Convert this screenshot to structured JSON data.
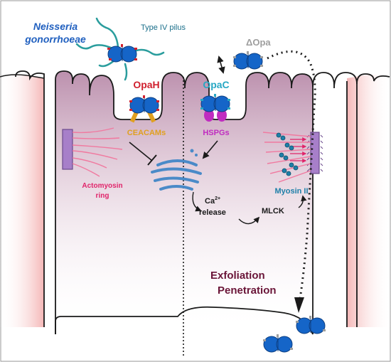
{
  "labels": {
    "species_line1": "Neisseria",
    "species_line2": "gonorrhoeae",
    "pilus": "Type IV pilus",
    "delta_opa": "ΔOpa",
    "opah": "OpaH",
    "opac": "OpaC",
    "ceacams": "CEACAMs",
    "hspgs": "HSPGs",
    "actomyosin_line1": "Actomyosin",
    "actomyosin_line2": "ring",
    "myosin": "Myosin II",
    "ca": "Ca",
    "ca_sup": "2+",
    "release": "release",
    "mlck": "MLCK",
    "exfoliation": "Exfoliation",
    "penetration": "Penetration"
  },
  "colors": {
    "species": "#1f5fbf",
    "pilus_text": "#1a6f8a",
    "pilus_fibre": "#2a9d9d",
    "bacterium": "#1565c8",
    "opa_marker": "#d0202e",
    "delta_opa_marker": "#9e9e9e",
    "opah": "#d0202e",
    "opac": "#27a8c4",
    "ceacam": "#e0a020",
    "hspg": "#c02cc0",
    "actomyosin": "#e0246a",
    "actin_fibre": "#f07aa0",
    "junction": "#a77fc9",
    "myosin": "#1d7fa8",
    "cell_outline": "#1a1a1a",
    "cell_tint": "#c9a3be",
    "neighbour_tint": "#f4b8b8",
    "exfoliation": "#6a1538"
  }
}
